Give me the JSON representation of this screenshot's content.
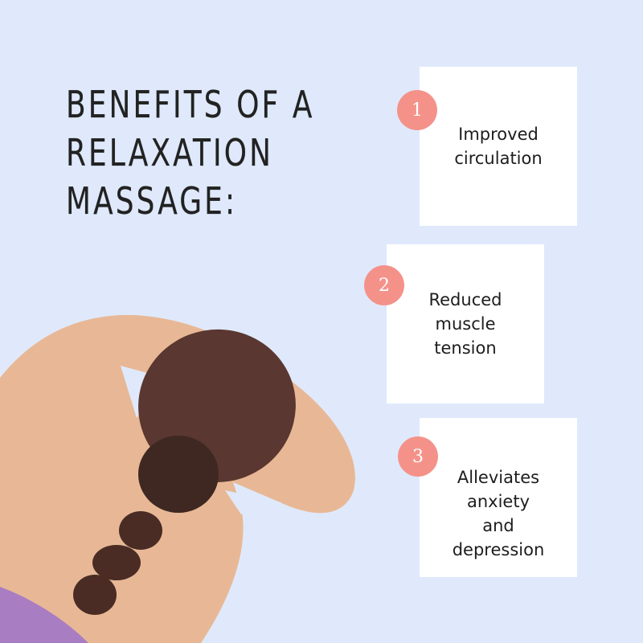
{
  "title": {
    "lines": [
      "BENEFITS OF A",
      "RELAXATION",
      "MASSAGE:"
    ]
  },
  "benefits": [
    {
      "number": "1",
      "lines": [
        "Improved",
        "circulation"
      ]
    },
    {
      "number": "2",
      "lines": [
        "Reduced",
        "muscle",
        "tension"
      ]
    },
    {
      "number": "3",
      "lines": [
        "Alleviates",
        "anxiety",
        "and",
        "depression"
      ]
    }
  ],
  "colors": {
    "background": "#dfe9fb",
    "badge": "#f4928a",
    "card": "#ffffff",
    "skin": "#e8b896",
    "hair": "#5a3730",
    "towel": "#a97dc2"
  }
}
